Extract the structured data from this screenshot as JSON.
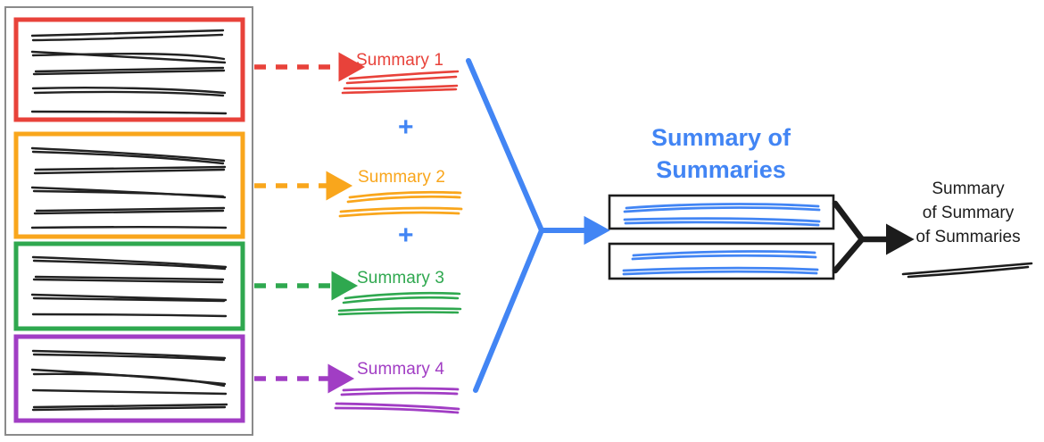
{
  "diagram": {
    "title_hidden": "Hierarchical summarization pipeline",
    "colors": {
      "red": "#E8423A",
      "orange": "#F9A61C",
      "green": "#2FA84F",
      "purple": "#A13DC4",
      "blue": "#4285F4",
      "black": "#1c1c1c",
      "gray_border": "#808080"
    }
  },
  "source_panel": {
    "name": "source-documents-container",
    "groups": [
      {
        "id": "group-1",
        "color": "#E8423A",
        "line_count": 5
      },
      {
        "id": "group-2",
        "color": "#F9A61C",
        "line_count": 5
      },
      {
        "id": "group-3",
        "color": "#2FA84F",
        "line_count": 4
      },
      {
        "id": "group-4",
        "color": "#A13DC4",
        "line_count": 4
      }
    ]
  },
  "summaries": [
    {
      "label": "Summary 1",
      "color": "#E8423A",
      "arrow": "dashed-arrow-right"
    },
    {
      "label": "Summary 2",
      "color": "#F9A61C",
      "arrow": "dashed-arrow-right"
    },
    {
      "label": "Summary 3",
      "color": "#2FA84F",
      "arrow": "dashed-arrow-right"
    },
    {
      "label": "Summary 4",
      "color": "#A13DC4",
      "arrow": "dashed-arrow-right"
    }
  ],
  "operators": [
    {
      "symbol": "+",
      "color": "#4285F4"
    },
    {
      "symbol": "+",
      "color": "#4285F4"
    }
  ],
  "merge": {
    "name": "blue-merge-arrow",
    "color": "#4285F4"
  },
  "summary_of_summaries": {
    "title": "Summary of Summaries",
    "color": "#4285F4",
    "boxes": [
      {
        "id": "sos-box-1",
        "line_count": 2
      },
      {
        "id": "sos-box-2",
        "line_count": 2
      }
    ]
  },
  "final_merge": {
    "name": "black-merge-arrow",
    "color": "#1c1c1c"
  },
  "final_output": {
    "label": "Summary of Summary of Summaries",
    "line1": "Summary",
    "line2": "of Summary",
    "line3": "of Summaries",
    "color": "#1c1c1c",
    "underline_scribble": true
  }
}
